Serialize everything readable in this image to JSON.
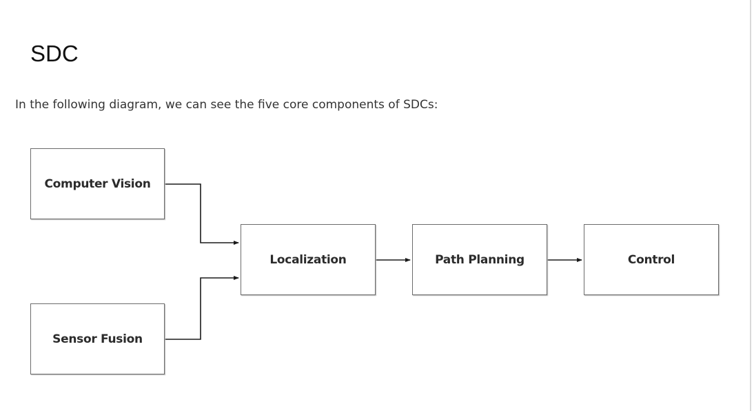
{
  "page": {
    "title": "SDC",
    "intro": "In the following diagram, we can see the five core components of SDCs:"
  },
  "diagram": {
    "nodes": {
      "computer_vision": "Computer Vision",
      "sensor_fusion": "Sensor Fusion",
      "localization": "Localization",
      "path_planning": "Path Planning",
      "control": "Control"
    },
    "edges": [
      {
        "from": "computer_vision",
        "to": "localization"
      },
      {
        "from": "sensor_fusion",
        "to": "localization"
      },
      {
        "from": "localization",
        "to": "path_planning"
      },
      {
        "from": "path_planning",
        "to": "control"
      }
    ]
  },
  "colors": {
    "line": "#1a1a1a",
    "box_border": "#6b6b6b"
  }
}
